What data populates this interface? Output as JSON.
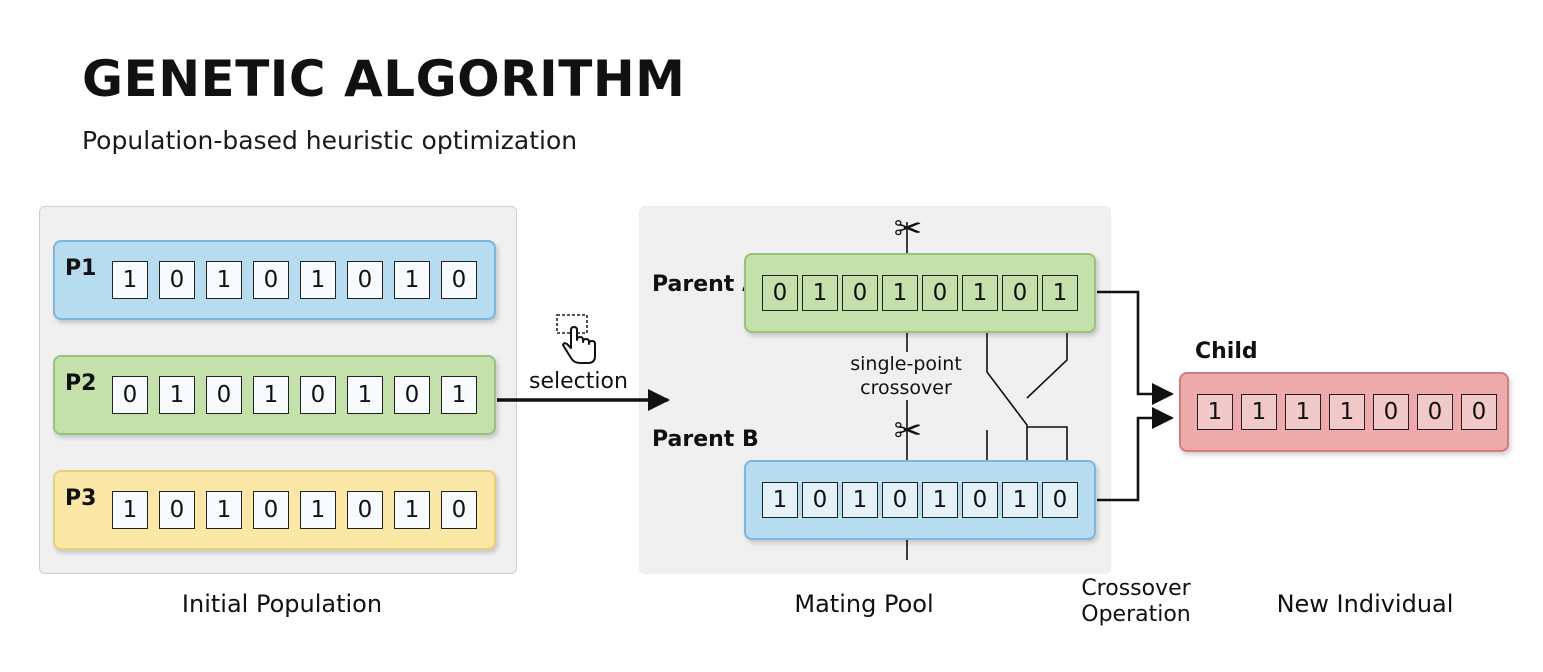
{
  "title": "GENETIC ALGORITHM",
  "subtitle": "Population-based heuristic optimization",
  "population": {
    "caption": "Initial Population",
    "rows": [
      {
        "label": "P1",
        "color": "#b7dcef",
        "genes": [
          "1",
          "0",
          "1",
          "0",
          "1",
          "0",
          "1",
          "0"
        ]
      },
      {
        "label": "P2",
        "color": "#c4e0ab",
        "genes": [
          "0",
          "1",
          "0",
          "1",
          "0",
          "1",
          "0",
          "1"
        ]
      },
      {
        "label": "P3",
        "color": "#fbe7a6",
        "genes": [
          "1",
          "0",
          "1",
          "0",
          "1",
          "0",
          "1",
          "0"
        ]
      }
    ]
  },
  "selection": {
    "label": "selection",
    "icon": "pointer-click-icon"
  },
  "mating_pool": {
    "caption": "Mating Pool",
    "parent_a": {
      "label": "Parent A",
      "color": "#c4e0ab",
      "genes": [
        "0",
        "1",
        "0",
        "1",
        "0",
        "1",
        "0",
        "1"
      ]
    },
    "parent_b": {
      "label": "Parent B",
      "color": "#b7dcef",
      "genes": [
        "1",
        "0",
        "1",
        "0",
        "1",
        "0",
        "1",
        "0"
      ]
    },
    "crossover_label_line1": "single-point",
    "crossover_label_line2": "crossover",
    "icon": "scissors-icon"
  },
  "crossover": {
    "caption_line1": "Crossover",
    "caption_line2": "Operation"
  },
  "child": {
    "label": "Child",
    "color": "#eeaaaa",
    "genes": [
      "1",
      "1",
      "1",
      "1",
      "0",
      "0",
      "0"
    ],
    "caption": "New Individual"
  }
}
